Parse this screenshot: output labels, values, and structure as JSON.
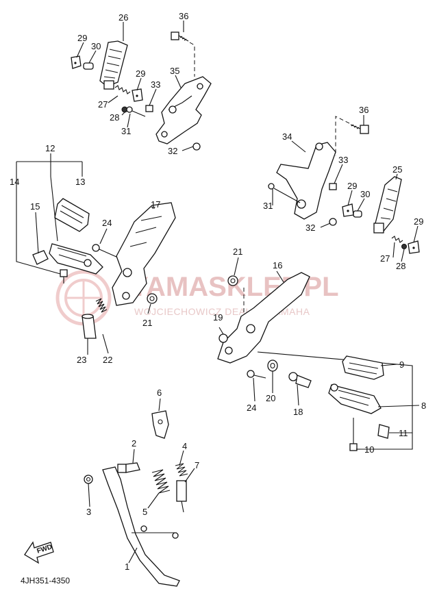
{
  "watermark": {
    "brand": "YAMASKLEP.PL",
    "tagline": "WOJCIECHOWICZ DEALER YAMAHA"
  },
  "drawing_code": "4JH351-4350",
  "fwd_label": "FWD",
  "callouts": [
    {
      "id": "36a",
      "text": "36"
    },
    {
      "id": "26",
      "text": "26"
    },
    {
      "id": "29a",
      "text": "29"
    },
    {
      "id": "30a",
      "text": "30"
    },
    {
      "id": "35",
      "text": "35"
    },
    {
      "id": "29b",
      "text": "29"
    },
    {
      "id": "33a",
      "text": "33"
    },
    {
      "id": "27a",
      "text": "27"
    },
    {
      "id": "28a",
      "text": "28"
    },
    {
      "id": "31a",
      "text": "31"
    },
    {
      "id": "32a",
      "text": "32"
    },
    {
      "id": "36b",
      "text": "36"
    },
    {
      "id": "34",
      "text": "34"
    },
    {
      "id": "33b",
      "text": "33"
    },
    {
      "id": "25",
      "text": "25"
    },
    {
      "id": "31b",
      "text": "31"
    },
    {
      "id": "29c",
      "text": "29"
    },
    {
      "id": "30b",
      "text": "30"
    },
    {
      "id": "32b",
      "text": "32"
    },
    {
      "id": "29d",
      "text": "29"
    },
    {
      "id": "27b",
      "text": "27"
    },
    {
      "id": "28b",
      "text": "28"
    },
    {
      "id": "12",
      "text": "12"
    },
    {
      "id": "14",
      "text": "14"
    },
    {
      "id": "13",
      "text": "13"
    },
    {
      "id": "15",
      "text": "15"
    },
    {
      "id": "17",
      "text": "17"
    },
    {
      "id": "24a",
      "text": "24"
    },
    {
      "id": "21a",
      "text": "21"
    },
    {
      "id": "23",
      "text": "23"
    },
    {
      "id": "22",
      "text": "22"
    },
    {
      "id": "21b",
      "text": "21"
    },
    {
      "id": "16",
      "text": "16"
    },
    {
      "id": "19",
      "text": "19"
    },
    {
      "id": "9",
      "text": "9"
    },
    {
      "id": "8",
      "text": "8"
    },
    {
      "id": "24b",
      "text": "24"
    },
    {
      "id": "20",
      "text": "20"
    },
    {
      "id": "18",
      "text": "18"
    },
    {
      "id": "11",
      "text": "11"
    },
    {
      "id": "10",
      "text": "10"
    },
    {
      "id": "6",
      "text": "6"
    },
    {
      "id": "2",
      "text": "2"
    },
    {
      "id": "4",
      "text": "4"
    },
    {
      "id": "7",
      "text": "7"
    },
    {
      "id": "3",
      "text": "3"
    },
    {
      "id": "5",
      "text": "5"
    },
    {
      "id": "1",
      "text": "1"
    }
  ]
}
